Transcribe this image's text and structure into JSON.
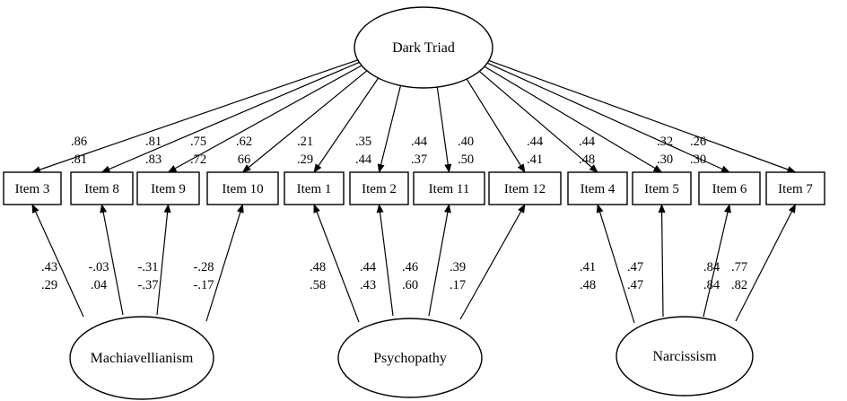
{
  "diagram": {
    "general_factor": {
      "id": "dt",
      "label": "Dark Triad"
    },
    "specific_factors": [
      {
        "id": "mach",
        "label": "Machiavellianism"
      },
      {
        "id": "psy",
        "label": "Psychopathy"
      },
      {
        "id": "nar",
        "label": "Narcissism"
      }
    ],
    "items": [
      {
        "id": "i3",
        "label": "Item 3",
        "factor": "mach",
        "general_loadings": [
          ".86",
          ".81"
        ],
        "specific_loadings": [
          ".43",
          ".29"
        ]
      },
      {
        "id": "i8",
        "label": "Item 8",
        "factor": "mach",
        "general_loadings": [
          ".81",
          ".83"
        ],
        "specific_loadings": [
          "-.03",
          ".04"
        ]
      },
      {
        "id": "i9",
        "label": "Item 9",
        "factor": "mach",
        "general_loadings": [
          ".75",
          ".72"
        ],
        "specific_loadings": [
          "-.31",
          "-.37"
        ]
      },
      {
        "id": "i10",
        "label": "Item 10",
        "factor": "mach",
        "general_loadings": [
          ".62",
          "66"
        ],
        "specific_loadings": [
          "-.28",
          "-.17"
        ]
      },
      {
        "id": "i1",
        "label": "Item 1",
        "factor": "psy",
        "general_loadings": [
          ".21",
          ".29"
        ],
        "specific_loadings": [
          ".48",
          ".58"
        ]
      },
      {
        "id": "i2",
        "label": "Item 2",
        "factor": "psy",
        "general_loadings": [
          ".35",
          ".44"
        ],
        "specific_loadings": [
          ".44",
          ".43"
        ]
      },
      {
        "id": "i11",
        "label": "Item 11",
        "factor": "psy",
        "general_loadings": [
          ".44",
          ".37"
        ],
        "specific_loadings": [
          ".46",
          ".60"
        ]
      },
      {
        "id": "i12",
        "label": "Item 12",
        "factor": "psy",
        "general_loadings": [
          ".40",
          ".50"
        ],
        "specific_loadings": [
          ".39",
          ".17"
        ]
      },
      {
        "id": "i4",
        "label": "Item 4",
        "factor": "nar",
        "general_loadings": [
          ".44",
          ".41"
        ],
        "specific_loadings": [
          ".41",
          ".48"
        ]
      },
      {
        "id": "i5",
        "label": "Item 5",
        "factor": "nar",
        "general_loadings": [
          ".44",
          ".48"
        ],
        "specific_loadings": [
          ".47",
          ".47"
        ]
      },
      {
        "id": "i6",
        "label": "Item 6",
        "factor": "nar",
        "general_loadings": [
          ".32",
          ".30"
        ],
        "specific_loadings": [
          ".84",
          ".84"
        ]
      },
      {
        "id": "i7",
        "label": "Item 7",
        "factor": "nar",
        "general_loadings": [
          ".26",
          ".30"
        ],
        "specific_loadings": [
          ".77",
          ".82"
        ]
      }
    ]
  }
}
